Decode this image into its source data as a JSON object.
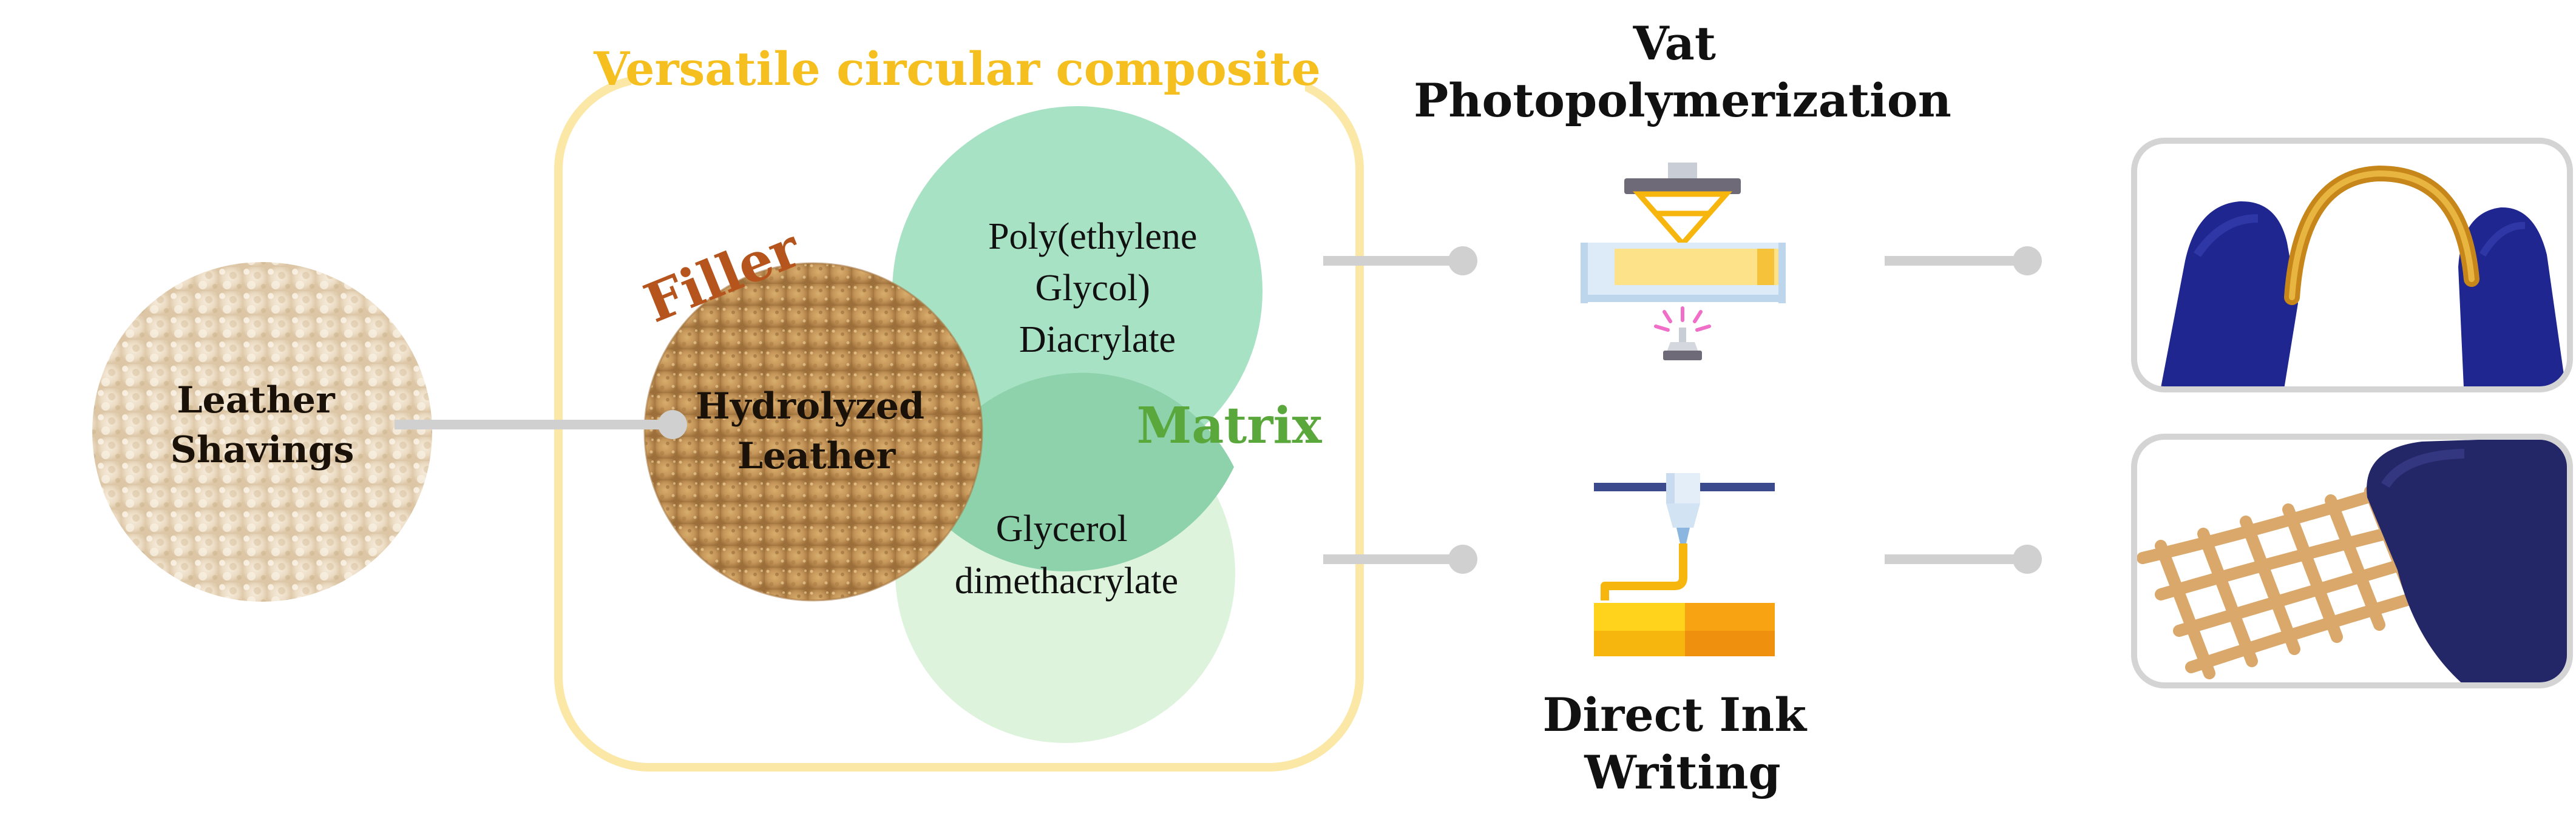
{
  "composite": {
    "title": "Versatile circular composite",
    "filler_label": "Filler",
    "matrix_label": "Matrix",
    "filler_material": [
      "Hydrolyzed",
      "Leather"
    ],
    "matrix_material_1": [
      "Poly(ethylene",
      "Glycol)",
      "Diacrylate"
    ],
    "matrix_material_2": [
      "Glycerol",
      "dimethacrylate"
    ]
  },
  "source": {
    "label": [
      "Leather",
      "Shavings"
    ]
  },
  "processes": {
    "vat": [
      "Vat",
      "Photopolymerization"
    ],
    "diw": [
      "Direct Ink",
      "Writing"
    ]
  },
  "colors": {
    "composite_border": "#fbe7a6",
    "title": "#f5c01f",
    "filler": "#b5551d",
    "matrix": "#5aa83c",
    "peg_circle": "#a8e2c4",
    "gdm_circle": "#ddf3dc",
    "overlap": "#8ed2ab",
    "connector": "#d0d0d0",
    "photo_frame": "#d4d4d4"
  },
  "icons": {
    "vat": "vat-photopolymerization-printer-icon",
    "diw": "direct-ink-writing-printer-icon"
  },
  "photos": {
    "top": "bent-printed-strip-photo",
    "bottom": "printed-lattice-photo"
  }
}
